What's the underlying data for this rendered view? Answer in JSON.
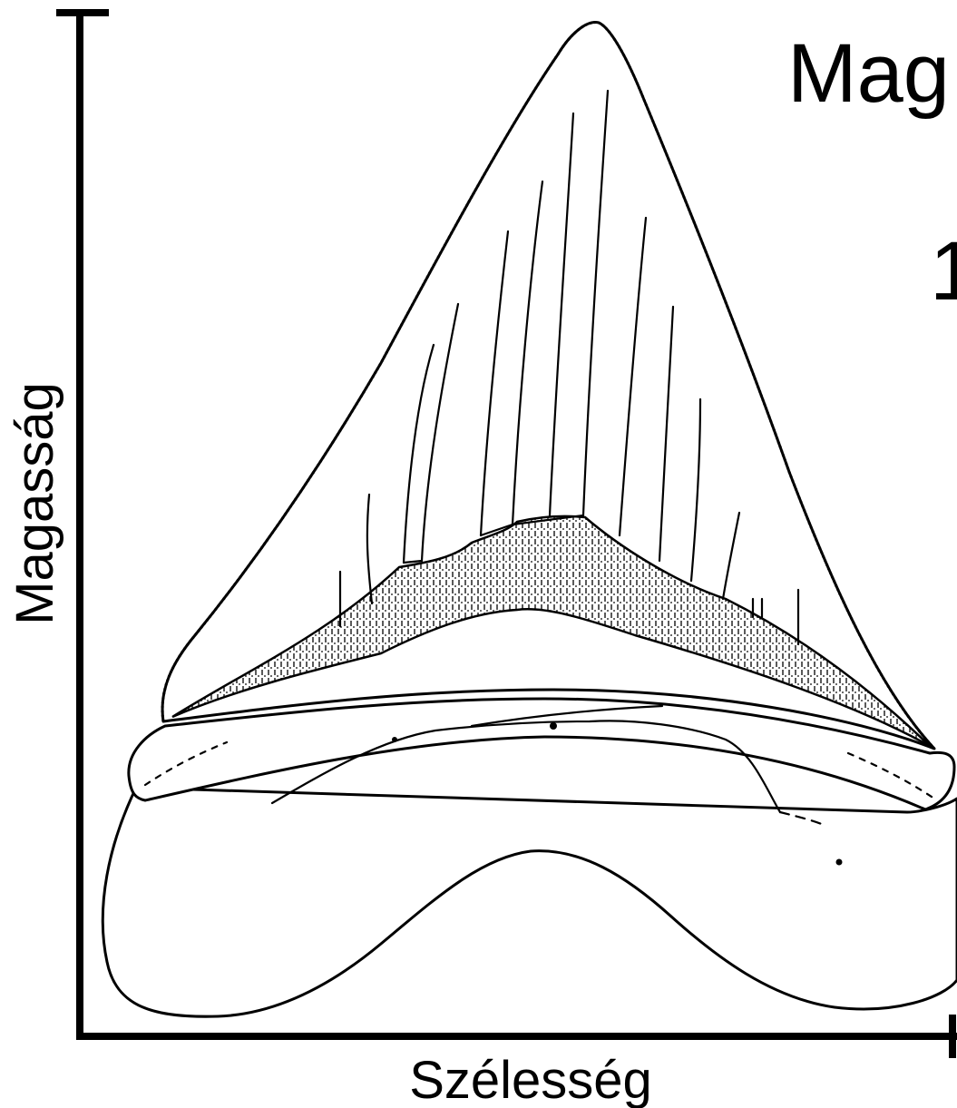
{
  "diagram": {
    "x_axis_label": "Szélesség",
    "y_axis_label": "Magasság",
    "side_label_clipped": "Mag",
    "side_number_clipped": "1"
  }
}
